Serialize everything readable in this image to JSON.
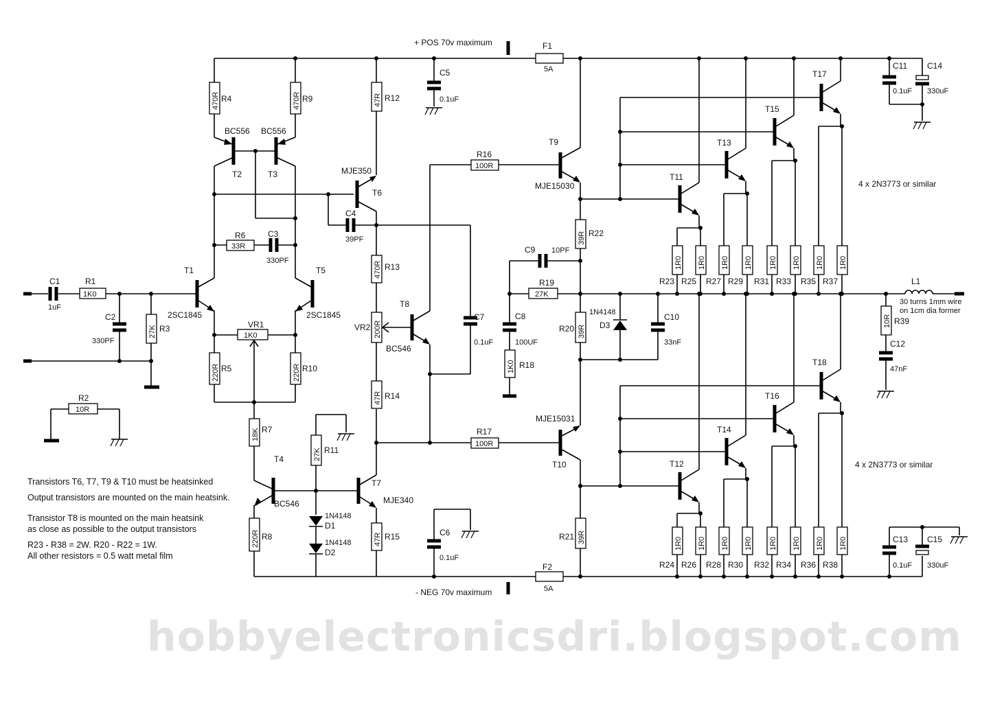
{
  "supply": {
    "pos": "+ POS 70v maximum",
    "neg": "- NEG 70v maximum"
  },
  "fuses": [
    {
      "ref": "F1",
      "value": "5A"
    },
    {
      "ref": "F2",
      "value": "5A"
    }
  ],
  "capacitors": {
    "C1": {
      "ref": "C1",
      "value": "1uF"
    },
    "C2": {
      "ref": "C2",
      "value": "330PF"
    },
    "C3": {
      "ref": "C3",
      "value": "330PF"
    },
    "C4": {
      "ref": "C4",
      "value": "39PF"
    },
    "C5": {
      "ref": "C5",
      "value": "0.1uF"
    },
    "C6": {
      "ref": "C6",
      "value": "0.1uF"
    },
    "C7": {
      "ref": "C7",
      "value": "0.1uF"
    },
    "C8": {
      "ref": "C8",
      "value": "100UF"
    },
    "C9": {
      "ref": "C9",
      "value": "10PF"
    },
    "C10": {
      "ref": "C10",
      "value": "33nF"
    },
    "C11": {
      "ref": "C11",
      "value": "0.1uF"
    },
    "C12": {
      "ref": "C12",
      "value": "47nF"
    },
    "C13": {
      "ref": "C13",
      "value": "0.1uF"
    },
    "C14": {
      "ref": "C14",
      "value": "330uF"
    },
    "C15": {
      "ref": "C15",
      "value": "330uF"
    }
  },
  "resistors": {
    "R1": {
      "ref": "R1",
      "value": "1K0"
    },
    "R2": {
      "ref": "R2",
      "value": "10R"
    },
    "R3": {
      "ref": "R3",
      "value": "27K"
    },
    "R4": {
      "ref": "R4",
      "value": "470R"
    },
    "R5": {
      "ref": "R5",
      "value": "220R"
    },
    "R6": {
      "ref": "R6",
      "value": "33R"
    },
    "R7": {
      "ref": "R7",
      "value": "18K"
    },
    "R8": {
      "ref": "R8",
      "value": "220R"
    },
    "R9": {
      "ref": "R9",
      "value": "470R"
    },
    "R10": {
      "ref": "R10",
      "value": "220R"
    },
    "R11": {
      "ref": "R11",
      "value": "27K"
    },
    "R12": {
      "ref": "R12",
      "value": "47R"
    },
    "R13": {
      "ref": "R13",
      "value": "470R"
    },
    "R14": {
      "ref": "R14",
      "value": "47R"
    },
    "R15": {
      "ref": "R15",
      "value": "47R"
    },
    "R16": {
      "ref": "R16",
      "value": "100R"
    },
    "R17": {
      "ref": "R17",
      "value": "100R"
    },
    "R18": {
      "ref": "R18",
      "value": "1K0"
    },
    "R19": {
      "ref": "R19",
      "value": "27K"
    },
    "R20": {
      "ref": "R20",
      "value": "39R"
    },
    "R21": {
      "ref": "R21",
      "value": "39R"
    },
    "R22": {
      "ref": "R22",
      "value": "39R"
    },
    "R39": {
      "ref": "R39",
      "value": "10R"
    },
    "top_emitters": [
      {
        "ref": "R23",
        "value": "1R0"
      },
      {
        "ref": "R25",
        "value": "1R0"
      },
      {
        "ref": "R27",
        "value": "1R0"
      },
      {
        "ref": "R29",
        "value": "1R0"
      },
      {
        "ref": "R31",
        "value": "1R0"
      },
      {
        "ref": "R33",
        "value": "1R0"
      },
      {
        "ref": "R35",
        "value": "1R0"
      },
      {
        "ref": "R37",
        "value": "1R0"
      }
    ],
    "bottom_emitters": [
      {
        "ref": "R24",
        "value": "1R0"
      },
      {
        "ref": "R26",
        "value": "1R0"
      },
      {
        "ref": "R28",
        "value": "1R0"
      },
      {
        "ref": "R30",
        "value": "1R0"
      },
      {
        "ref": "R32",
        "value": "1R0"
      },
      {
        "ref": "R34",
        "value": "1R0"
      },
      {
        "ref": "R36",
        "value": "1R0"
      },
      {
        "ref": "R38",
        "value": "1R0"
      }
    ]
  },
  "pots": {
    "VR1": {
      "ref": "VR1",
      "value": "1K0"
    },
    "VR2": {
      "ref": "VR2",
      "value": "200R"
    }
  },
  "diodes": {
    "D1": {
      "ref": "D1",
      "value": "1N4148"
    },
    "D2": {
      "ref": "D2",
      "value": "1N4148"
    },
    "D3": {
      "ref": "D3",
      "value": "1N4148"
    }
  },
  "transistors": {
    "T1": {
      "ref": "T1",
      "type": "2SC1845"
    },
    "T2": {
      "ref": "T2",
      "type": "BC556"
    },
    "T3": {
      "ref": "T3",
      "type": "BC556"
    },
    "T4": {
      "ref": "T4",
      "type": "BC546"
    },
    "T5": {
      "ref": "T5",
      "type": "2SC1845"
    },
    "T6": {
      "ref": "T6",
      "type": "MJE350"
    },
    "T7": {
      "ref": "T7",
      "type": "MJE340"
    },
    "T8": {
      "ref": "T8",
      "type": "BC546"
    },
    "T9": {
      "ref": "T9",
      "type": "MJE15030"
    },
    "T10": {
      "ref": "T10",
      "type": "MJE15031"
    },
    "T11": {
      "ref": "T11"
    },
    "T12": {
      "ref": "T12"
    },
    "T13": {
      "ref": "T13"
    },
    "T14": {
      "ref": "T14"
    },
    "T15": {
      "ref": "T15"
    },
    "T16": {
      "ref": "T16"
    },
    "T17": {
      "ref": "T17"
    },
    "T18": {
      "ref": "T18"
    }
  },
  "output_note_top": "4 x 2N3773 or similar",
  "output_note_bottom": "4 x 2N3773 or similar",
  "inductor": {
    "ref": "L1",
    "line1": "30 turns 1mm wire",
    "line2": "on 1cm dia former"
  },
  "notes": [
    "Transistors T6, T7, T9 & T10 must be heatsinked",
    "Output transistors are mounted on the main heatsink.",
    "Transistor T8 is mounted on the main heatsink",
    "as close as possible to the output transistors",
    "R23 - R38 = 2W.  R20 - R22 = 1W.",
    "All other resistors = 0.5 watt metal film"
  ],
  "watermark": "hobbyelectronicsdri.blogspot.com"
}
